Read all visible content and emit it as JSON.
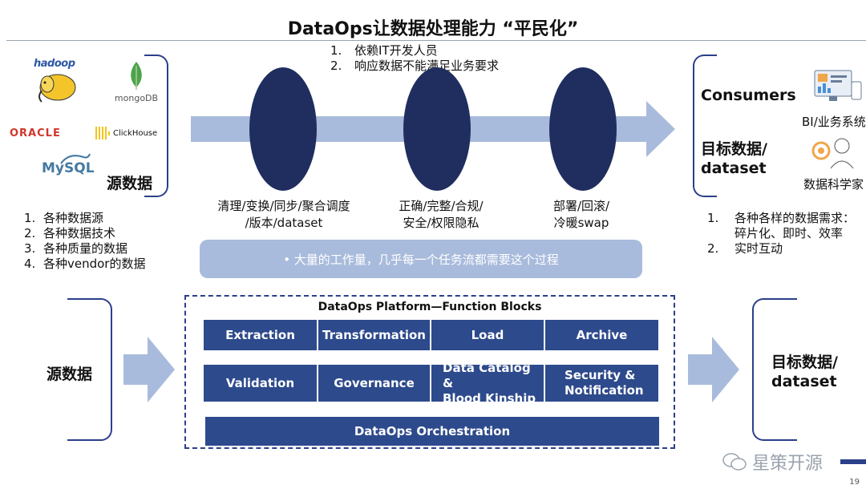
{
  "title": "DataOps让数据处理能力 “平民化”",
  "top_notes": [
    "依赖IT开发人员",
    "响应数据不能满足业务要求"
  ],
  "sources": {
    "logos": [
      "hadoop",
      "mongoDB",
      "ORACLE",
      "ClickHouse",
      "MySQL"
    ],
    "label": "源数据",
    "list": [
      "各种数据源",
      "各种数据技术",
      "各种质量的数据",
      "各种vendor的数据"
    ]
  },
  "steps": [
    {
      "line1": "清理/变换/同步/聚合调度",
      "line2": "/版本/dataset"
    },
    {
      "line1": "正确/完整/合规/",
      "line2": "安全/权限隐私"
    },
    {
      "line1": "部署/回滚/",
      "line2": "冷暖swap"
    }
  ],
  "banner": "•    大量的工作量，几乎每一个任务流都需要这个过程",
  "consumers": {
    "label": "Consumers",
    "target_line1": "目标数据/",
    "target_line2": "dataset",
    "bi_label": "BI/业务系统",
    "ds_label": "数据科学家",
    "list": [
      {
        "n": "1.",
        "text": "各种各样的数据需求：",
        "cont": "碎片化、即时、效率"
      },
      {
        "n": "2.",
        "text": "实时互动",
        "cont": ""
      }
    ]
  },
  "platform": {
    "title": "DataOps Platform—Function Blocks",
    "row1": [
      "Extraction",
      "Transformation",
      "Load",
      "Archive"
    ],
    "row2": [
      "Validation",
      "Governance"
    ],
    "row2_multi": [
      {
        "l1": "Data Catalog &",
        "l2": "Blood Kinship"
      },
      {
        "l1": "Security &",
        "l2": "Notification"
      }
    ],
    "orchestration": "DataOps Orchestration"
  },
  "bottom_left_label": "源数据",
  "bottom_right": {
    "line1": "目标数据/",
    "line2": "dataset"
  },
  "watermark": "星策开源",
  "page_number": "19",
  "colors": {
    "dark_navy": "#1f2e5e",
    "block_blue": "#2d4a8c",
    "arrow_light": "#a9bbdc",
    "bracket": "#2b3f8a"
  }
}
